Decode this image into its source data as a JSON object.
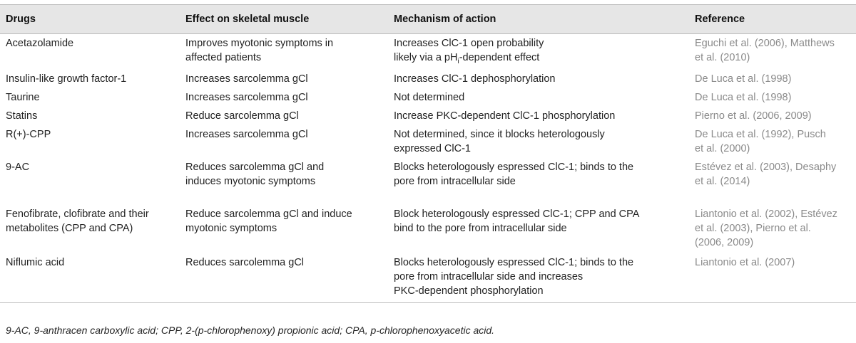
{
  "table": {
    "headers": [
      "Drugs",
      "Effect on skeletal muscle",
      "Mechanism of action",
      "Reference"
    ],
    "rows": [
      {
        "drug": "Acetazolamide",
        "effect": [
          "Improves myotonic symptoms in",
          "affected patients"
        ],
        "mechanism_a": "Increases ClC-1 open probability",
        "mechanism_b": "likely via a pH",
        "mechanism_sub": "i",
        "mechanism_c": "-dependent effect",
        "reference": [
          "Eguchi et al. (2006), Matthews",
          "et al. (2010)"
        ]
      },
      {
        "drug": "Insulin-like growth factor-1",
        "effect": [
          "Increases sarcolemma gCl"
        ],
        "mechanism": [
          "Increases ClC-1 dephosphorylation"
        ],
        "reference": [
          "De Luca et al. (1998)"
        ]
      },
      {
        "drug": "Taurine",
        "effect": [
          "Increases sarcolemma gCl"
        ],
        "mechanism": [
          "Not determined"
        ],
        "reference": [
          "De Luca et al. (1998)"
        ]
      },
      {
        "drug": "Statins",
        "effect": [
          "Reduce sarcolemma gCl"
        ],
        "mechanism": [
          "Increase PKC-dependent ClC-1 phosphorylation"
        ],
        "reference": [
          "Pierno et al. (2006, 2009)"
        ]
      },
      {
        "drug": "R(+)-CPP",
        "effect": [
          "Increases sarcolemma gCl"
        ],
        "mechanism": [
          "Not determined, since it blocks heterologously",
          "expressed ClC-1"
        ],
        "reference": [
          "De Luca et al. (1992), Pusch",
          "et al. (2000)"
        ]
      },
      {
        "drug": "9-AC",
        "effect": [
          "Reduces sarcolemma gCl and",
          "induces myotonic symptoms"
        ],
        "mechanism": [
          "Blocks heterologously espressed ClC-1; binds to the",
          "pore from intracellular side"
        ],
        "reference": [
          "Estévez et al. (2003), Desaphy",
          "et al. (2014)"
        ]
      },
      {
        "drug": [
          "Fenofibrate, clofibrate and their",
          "metabolites (CPP and CPA)"
        ],
        "effect": [
          "Reduce sarcolemma gCl and induce",
          "myotonic symptoms"
        ],
        "mechanism": [
          "Block heterologously espressed ClC-1; CPP and CPA",
          "bind to the pore from intracellular side"
        ],
        "reference": [
          "Liantonio et al. (2002), Estévez",
          "et al. (2003), Pierno et al.",
          "(2006, 2009)"
        ]
      },
      {
        "drug": "Niflumic acid",
        "effect": [
          "Reduces sarcolemma gCl"
        ],
        "mechanism": [
          "Blocks heterologously espressed ClC-1; binds to the",
          "pore from intracellular side and increases",
          "PKC-dependent phosphorylation"
        ],
        "reference": [
          "Liantonio et al. (2007)"
        ]
      }
    ]
  },
  "footnote": "9-AC, 9-anthracen carboxylic acid; CPP, 2-(p-chlorophenoxy) propionic acid; CPA, p-chlorophenoxyacetic acid."
}
